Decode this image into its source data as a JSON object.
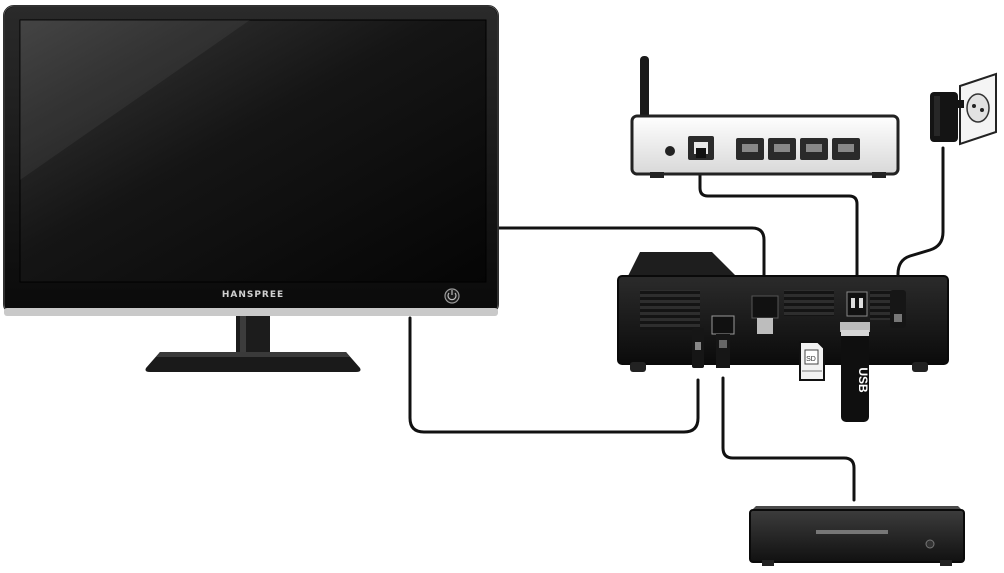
{
  "tv": {
    "brand": "HANSPREE"
  },
  "usb_stick": {
    "label": "USB"
  },
  "sd_card": {
    "label": "SD"
  }
}
